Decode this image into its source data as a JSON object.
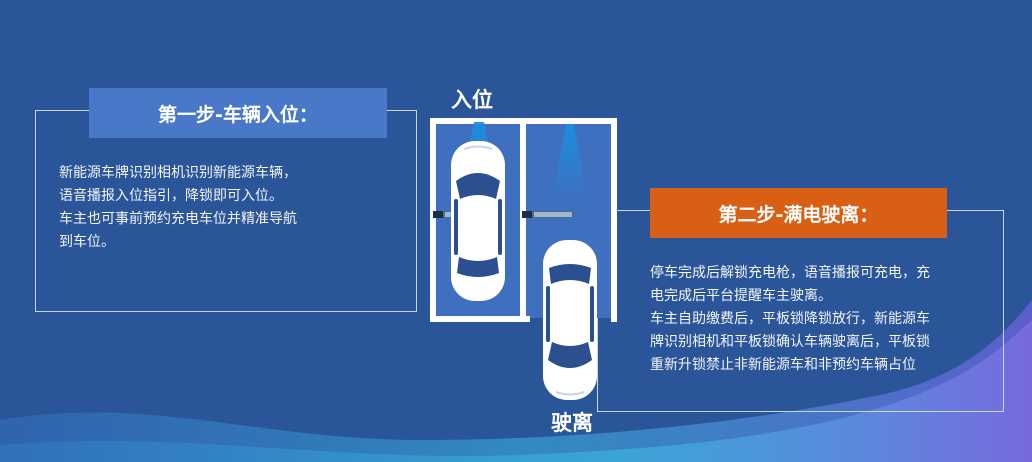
{
  "step1": {
    "title": "第一步-车辆入位：",
    "lines": [
      "新能源车牌识别相机识别新能源车辆，",
      "语音播报入位指引，降锁即可入位。",
      "车主也可事前预约充电车位并精准导航",
      "到车位。"
    ]
  },
  "step2": {
    "title": "第二步-满电驶离：",
    "lines": [
      "停车完成后解锁充电枪，语音播报可充电，充",
      "电完成后平台提醒车主驶离。",
      "车主自助缴费后，平板锁降锁放行，新能源车",
      "牌识别相机和平板锁确认车辆驶离后，平板锁",
      "重新升锁禁止非新能源车和非预约车辆占位"
    ]
  },
  "labels": {
    "enter": "入位",
    "leave": "驶离"
  },
  "colors": {
    "background": "#2b5599",
    "step1_header": "#4a78c9",
    "step2_header": "#d85f14",
    "parking_bay": "#3f6fbf",
    "bay_line": "#ffffff"
  }
}
